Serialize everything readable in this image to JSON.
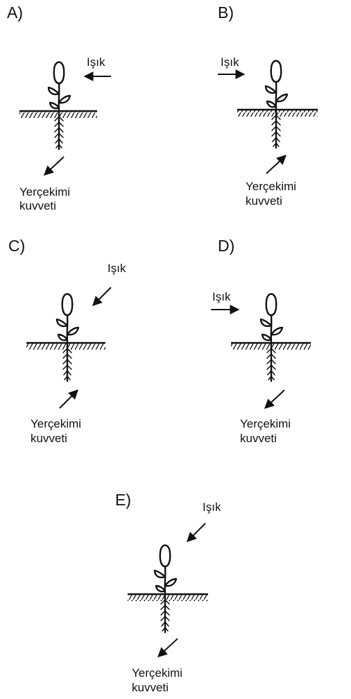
{
  "options": [
    {
      "id": "A",
      "label": "A)",
      "light_label": "Işık",
      "gravity_line1": "Yerçekimi",
      "gravity_line2": "kuvveti",
      "light_dir": "from-right",
      "gravity_dir": "down-left"
    },
    {
      "id": "B",
      "label": "B)",
      "light_label": "Işık",
      "gravity_line1": "Yerçekimi",
      "gravity_line2": "kuvveti",
      "light_dir": "from-left",
      "gravity_dir": "up-right"
    },
    {
      "id": "C",
      "label": "C)",
      "light_label": "Işık",
      "gravity_line1": "Yerçekimi",
      "gravity_line2": "kuvveti",
      "light_dir": "from-upper-right",
      "gravity_dir": "up-right"
    },
    {
      "id": "D",
      "label": "D)",
      "light_label": "Işık",
      "gravity_line1": "Yerçekimi",
      "gravity_line2": "kuvveti",
      "light_dir": "from-left",
      "gravity_dir": "down-left"
    },
    {
      "id": "E",
      "label": "E)",
      "light_label": "Işık",
      "gravity_line1": "Yerçekimi",
      "gravity_line2": "kuvveti",
      "light_dir": "from-upper-right",
      "gravity_dir": "down-left"
    }
  ]
}
